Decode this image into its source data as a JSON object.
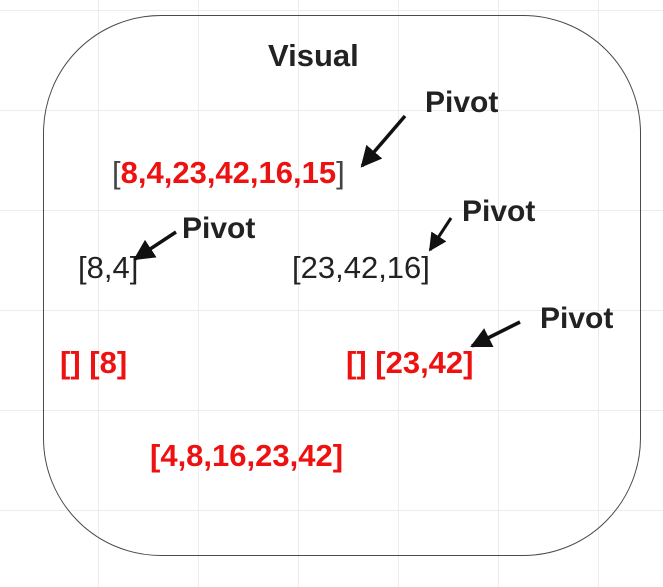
{
  "title": "Visual",
  "pivot_labels": [
    "Pivot",
    "Pivot",
    "Pivot",
    "Pivot"
  ],
  "root_array": {
    "open": "[",
    "values": "8,4,23,42,16,15",
    "close": "]"
  },
  "left_array": "[8,4]",
  "right_array": "[23,42,16]",
  "left_split": "[] [8]",
  "right_split": "[] [23,42]",
  "result": "[4,8,16,23,42]",
  "colors": {
    "red": "#ee1111",
    "black": "#222222",
    "frame": "#4a4a4a"
  }
}
